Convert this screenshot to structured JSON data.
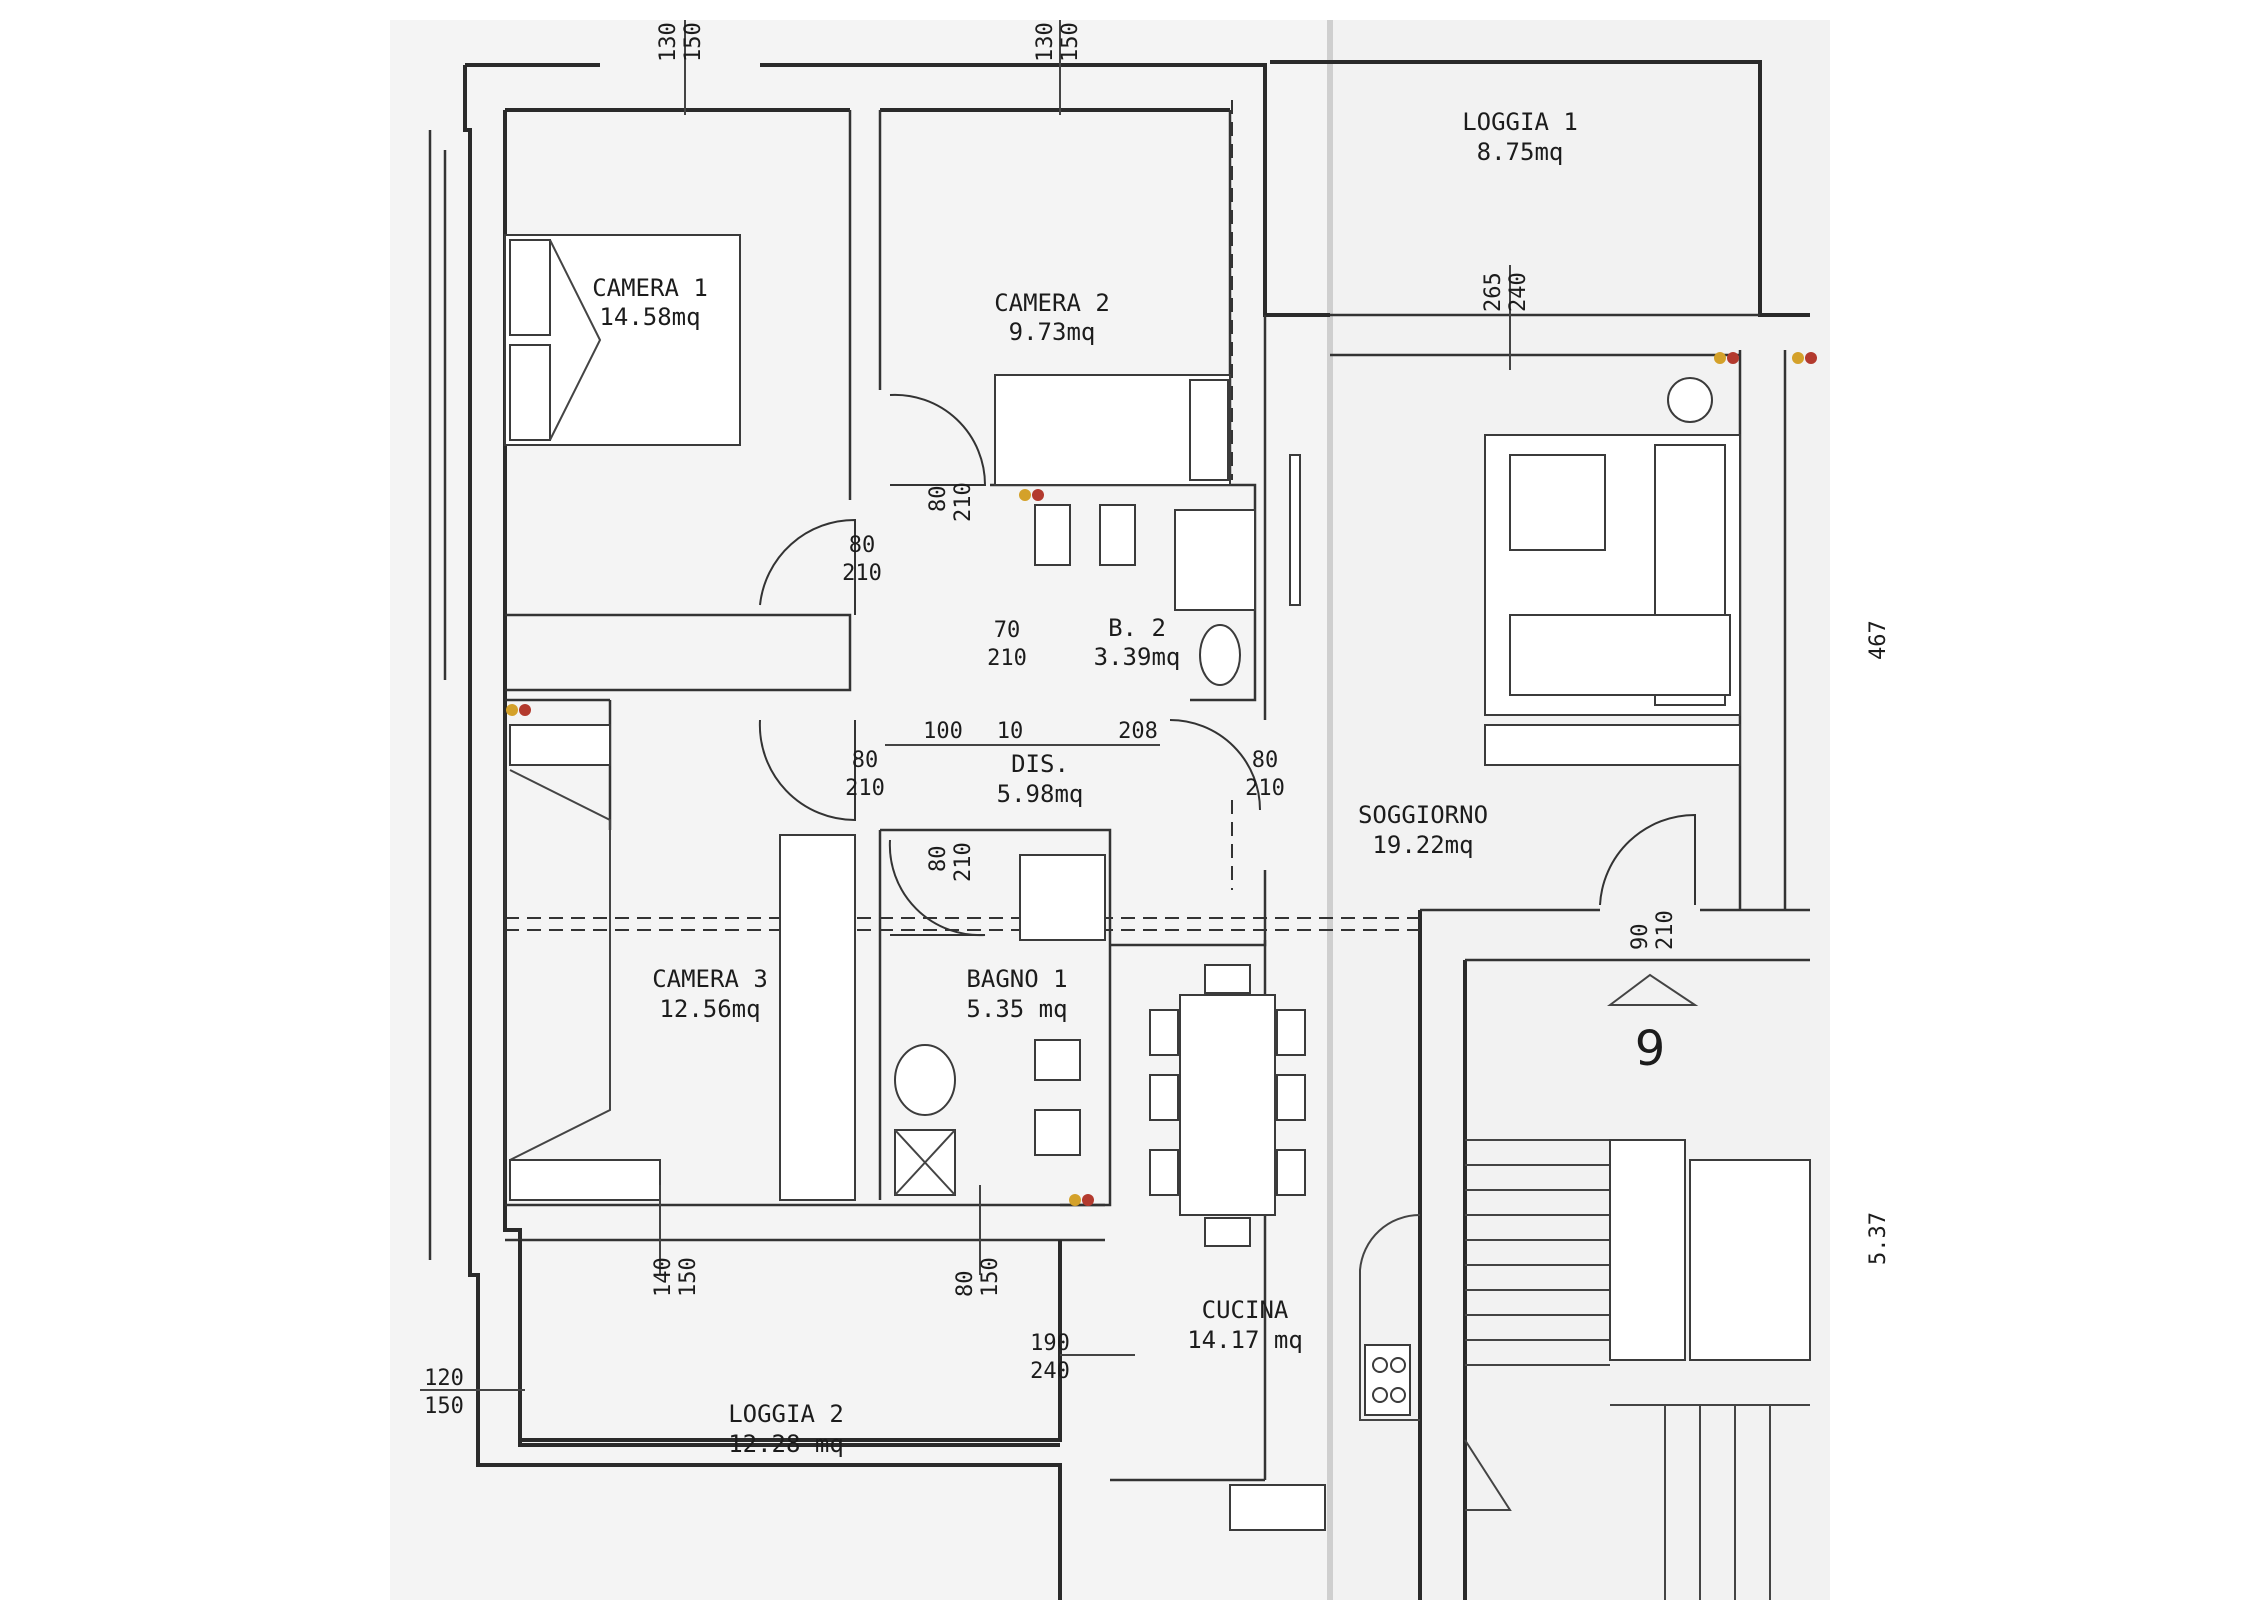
{
  "rooms": {
    "camera1": {
      "name": "CAMERA 1",
      "area": "14.58mq"
    },
    "camera2": {
      "name": "CAMERA 2",
      "area": "9.73mq"
    },
    "camera3": {
      "name": "CAMERA 3",
      "area": "12.56mq"
    },
    "bagno2": {
      "name": "B. 2",
      "area": "3.39mq"
    },
    "dis": {
      "name": "DIS.",
      "area": "5.98mq"
    },
    "bagno1": {
      "name": "BAGNO 1",
      "area": "5.35 mq"
    },
    "soggiorno": {
      "name": "SOGGIORNO",
      "area": "19.22mq"
    },
    "cucina": {
      "name": "CUCINA",
      "area": "14.17 mq"
    },
    "loggia1": {
      "name": "LOGGIA 1",
      "area": "8.75mq"
    },
    "loggia2": {
      "name": "LOGGIA 2",
      "area": "12.28 mq"
    }
  },
  "dimensions": {
    "win_c1_a": "130",
    "win_c1_b": "150",
    "win_c2_a": "130",
    "win_c2_b": "150",
    "loggia1_a": "265",
    "loggia1_b": "240",
    "door_c2_a": "80",
    "door_c2_b": "210",
    "door_c1_a": "80",
    "door_c1_b": "210",
    "door_b2_a": "70",
    "door_b2_b": "210",
    "dis_w1": "100",
    "dis_w2": "10",
    "dis_w3": "208",
    "door_c3_a": "80",
    "door_c3_b": "210",
    "door_sog_a": "80",
    "door_sog_b": "210",
    "door_b1_a": "80",
    "door_b1_b": "210",
    "door_ent_a": "90",
    "door_ent_b": "210",
    "win_c3_a": "140",
    "win_c3_b": "150",
    "win_b1_a": "80",
    "win_b1_b": "150",
    "win_cu_a": "190",
    "win_cu_b": "240",
    "win_l2_a": "120",
    "win_l2_b": "150",
    "side_467": "467",
    "side_537": "5.37"
  },
  "marker": {
    "stair_number": "9"
  }
}
